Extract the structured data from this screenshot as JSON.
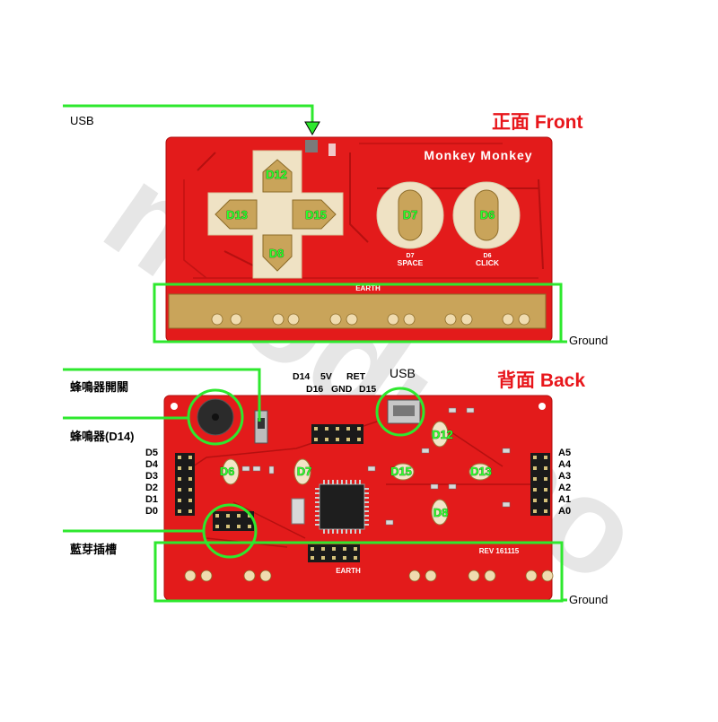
{
  "front": {
    "title": "正面 Front",
    "usb_label": "USB",
    "ground_label": "Ground",
    "board_name": "Monkey Monkey",
    "pads": {
      "up": "D12",
      "left": "D13",
      "right": "D15",
      "down": "D8",
      "round1": "D7",
      "round2": "D6"
    },
    "silk_space_pin": "D7",
    "silk_space": "SPACE",
    "silk_click_pin": "D6",
    "silk_click": "CLICK",
    "silk_earth": "EARTH"
  },
  "back": {
    "title": "背面 Back",
    "usb_label": "USB",
    "ground_label": "Ground",
    "buzzer_switch_label": "蜂鳴器開關",
    "buzzer_label": "蜂鳴器(D14)",
    "bluetooth_label": "藍芽插槽",
    "header_top_row1": [
      "D14",
      "5V",
      "RET"
    ],
    "header_top_row2": [
      "D16",
      "GND",
      "D15"
    ],
    "left_pins": [
      "D5",
      "D4",
      "D3",
      "D2",
      "D1",
      "D0"
    ],
    "right_pins": [
      "A5",
      "A4",
      "A3",
      "A2",
      "A1",
      "A0"
    ],
    "pad_labels": [
      "D12",
      "D6",
      "D7",
      "D15",
      "D13",
      "D8"
    ],
    "silk_earth": "EARTH",
    "silk_rev": "REV 161115"
  },
  "watermark": "mtoduino",
  "colors": {
    "board_red": "#e31b1b",
    "callout_green": "#2ee82e",
    "title_red": "#e8161b",
    "pad_gold": "#c9a45a"
  }
}
